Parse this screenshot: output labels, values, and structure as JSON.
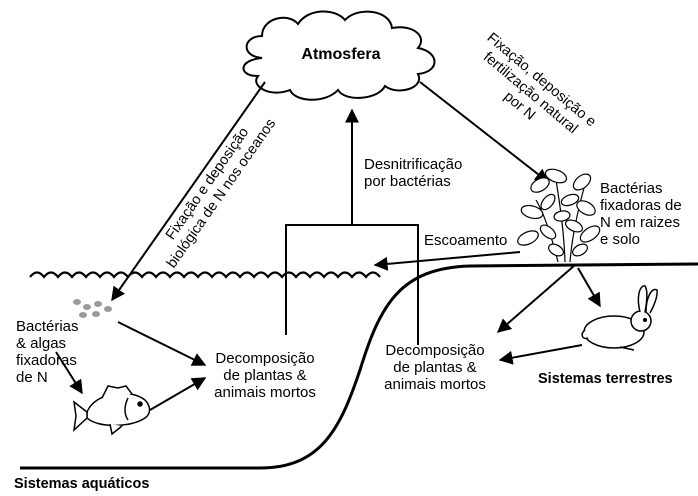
{
  "labels": {
    "atmosphere": "Atmosfera",
    "ocean_fixation_line1": "Fixação e deposição",
    "ocean_fixation_line2": "biológica de N nos oceanos",
    "land_fixation_line1": "Fixação, deposição e",
    "land_fixation_line2": "fertilização natural",
    "land_fixation_line3": "por N",
    "denitrification_line1": "Desnitrificação",
    "denitrification_line2": "por bactérias",
    "soil_bacteria_line1": "Bactérias",
    "soil_bacteria_line2": "fixadoras de",
    "soil_bacteria_line3": "N em raizes",
    "soil_bacteria_line4": "e solo",
    "runoff": "Escoamento",
    "aquatic_bacteria_line1": "Bactérias",
    "aquatic_bacteria_line2": "& algas",
    "aquatic_bacteria_line3": "fixadoras",
    "aquatic_bacteria_line4": "de N",
    "aquatic_decomp_line1": "Decomposição",
    "aquatic_decomp_line2": "de plantas &",
    "aquatic_decomp_line3": "animais mortos",
    "land_decomp_line1": "Decomposição",
    "land_decomp_line2": "de plantas &",
    "land_decomp_line3": "animais mortos",
    "terrestrial_systems": "Sistemas terrestres",
    "aquatic_systems": "Sistemas aquáticos"
  },
  "icons": [
    "cloud-icon",
    "plant-icon",
    "rabbit-icon",
    "fish-icon",
    "bacteria-dots-icon",
    "water-waves"
  ],
  "colors": {
    "line": "#000000",
    "background": "#ffffff",
    "dots": "#9a9a9a"
  }
}
